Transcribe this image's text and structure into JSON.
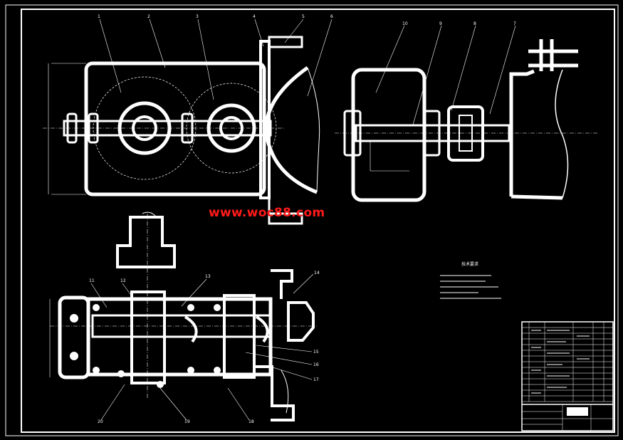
{
  "watermark": {
    "text": "www.woc88.com",
    "color": "#ff1a1a"
  },
  "notes": {
    "title": "技术要求"
  },
  "part_labels": {
    "top_left": [
      "1",
      "2",
      "3",
      "4",
      "5",
      "6"
    ],
    "top_right": [
      "10",
      "9",
      "8",
      "7"
    ],
    "bottom": [
      "11",
      "12",
      "13",
      "14",
      "15",
      "16",
      "17",
      "18",
      "19",
      "20"
    ]
  },
  "colors": {
    "background": "#000000",
    "lines": "#ffffff",
    "watermark": "#ff1a1a"
  }
}
